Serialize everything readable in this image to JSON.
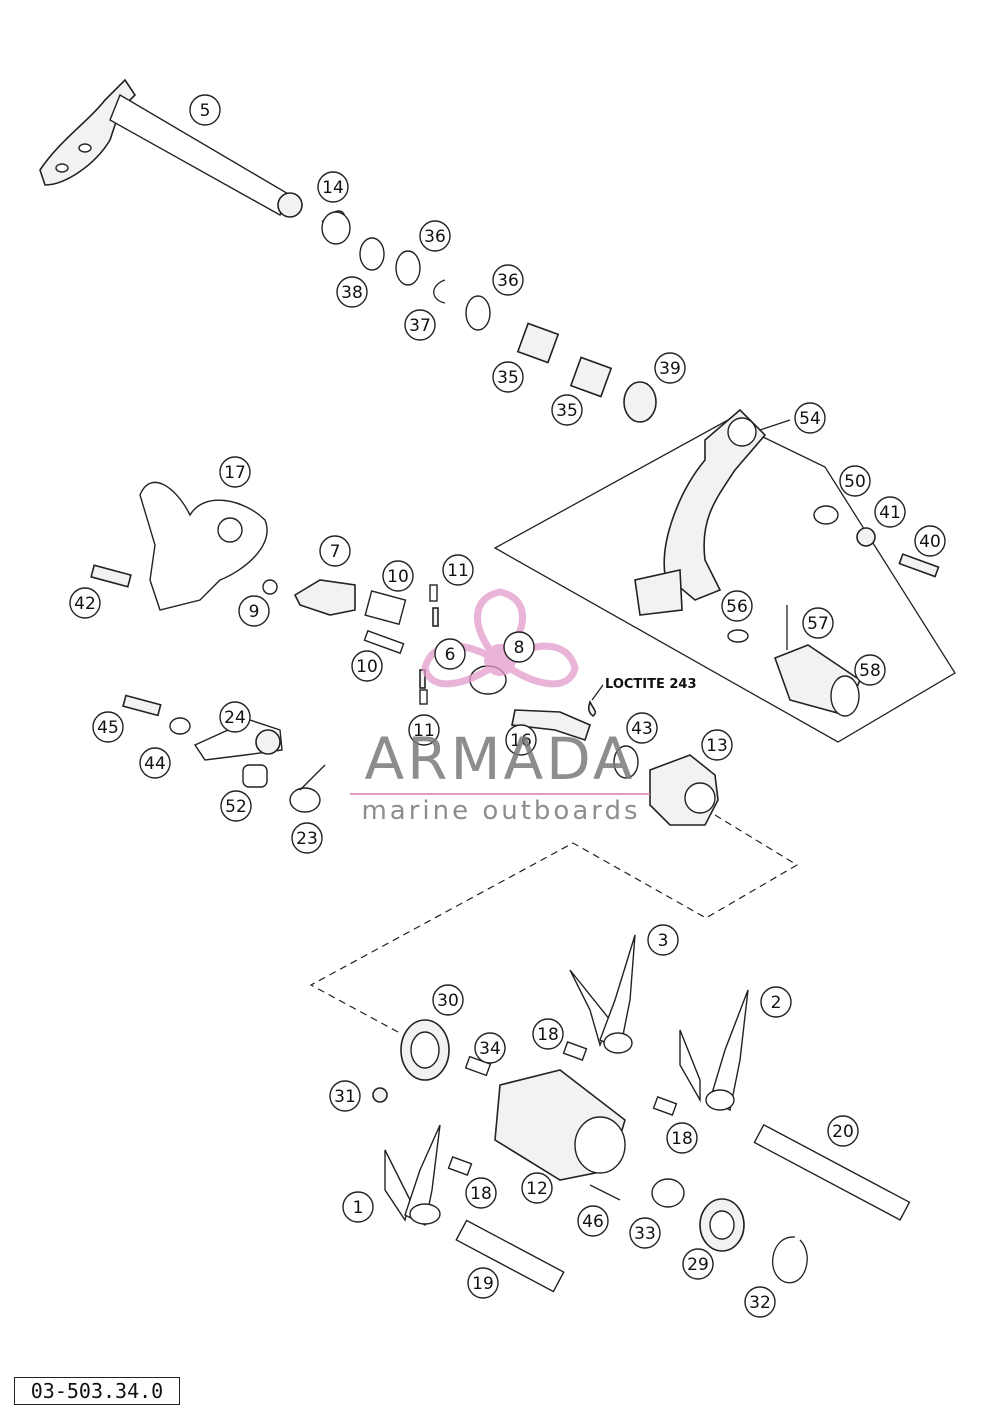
{
  "callouts": [
    "5",
    "14",
    "36",
    "38",
    "37",
    "36",
    "35",
    "35",
    "39",
    "54",
    "17",
    "50",
    "41",
    "40",
    "7",
    "10",
    "11",
    "42",
    "9",
    "6",
    "8",
    "10",
    "56",
    "57",
    "58",
    "11",
    "16",
    "24",
    "45",
    "44",
    "43",
    "13",
    "52",
    "23",
    "3",
    "30",
    "2",
    "18",
    "34",
    "31",
    "18",
    "20",
    "12",
    "18",
    "1",
    "46",
    "33",
    "29",
    "19",
    "32"
  ],
  "note_text": "LOCTITE 243",
  "drawing_code": "03-503.34.0",
  "watermark": {
    "title": "ARMADA",
    "subtitle": "marine outboards",
    "accent_color": "#e39acb",
    "text_color": "#7a7a7a"
  }
}
